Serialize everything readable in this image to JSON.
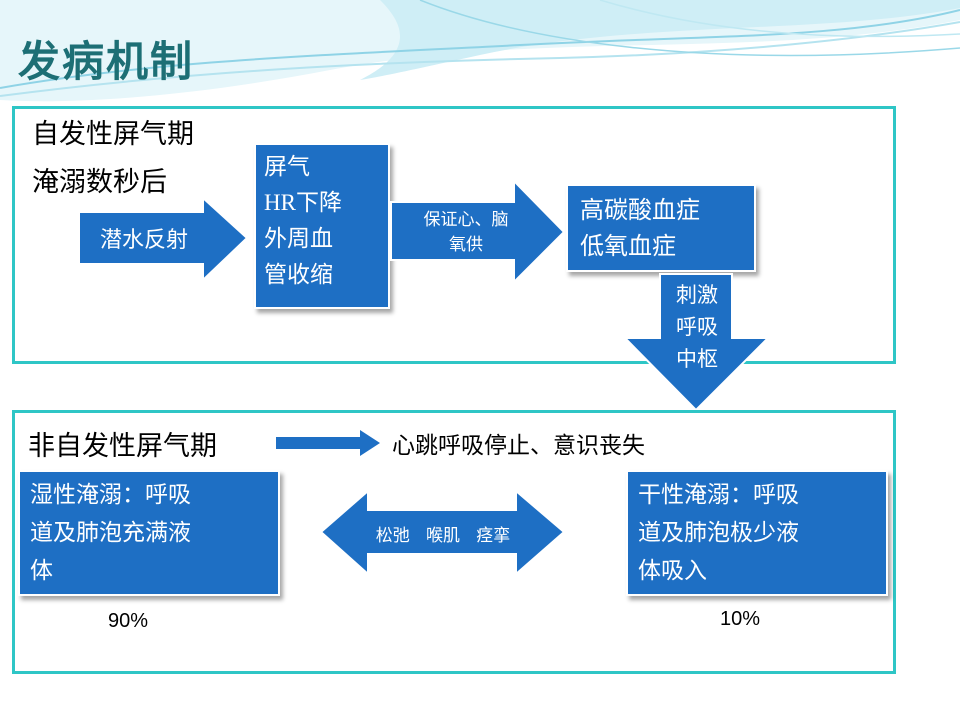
{
  "slide_title": "发病机制",
  "panel_top": {
    "heading": "自发性屏气期",
    "subheading": "淹溺数秒后",
    "arrow_dive_reflex": "潜水反射",
    "box_breath_hold": [
      "屏气",
      "HR下降",
      "外周血",
      "管收缩"
    ],
    "arrow_ensure_supply": [
      "保证心、脑",
      "氧供"
    ],
    "box_hypercapnia": [
      "高碳酸血症",
      "低氧血症"
    ],
    "down_arrow_label": [
      "刺激",
      "呼吸",
      "中枢"
    ]
  },
  "panel_bottom": {
    "heading": "非自发性屏气期",
    "result_text": "心跳呼吸停止、意识丧失",
    "box_wet": [
      "湿性淹溺：呼吸",
      "道及肺泡充满液",
      "体"
    ],
    "double_arrow_label": "松弛   喉肌   痉挛",
    "box_dry": [
      "干性淹溺：呼吸",
      "道及肺泡极少液",
      "体吸入"
    ],
    "wet_percent": "90%",
    "dry_percent": "10%"
  },
  "colors": {
    "title": "#1d6f75",
    "frame_border": "#2ec6c6",
    "box_fill": "#1e6fc4",
    "wave_light": "#cfeef6",
    "wave_mid": "#8fd3e6"
  }
}
